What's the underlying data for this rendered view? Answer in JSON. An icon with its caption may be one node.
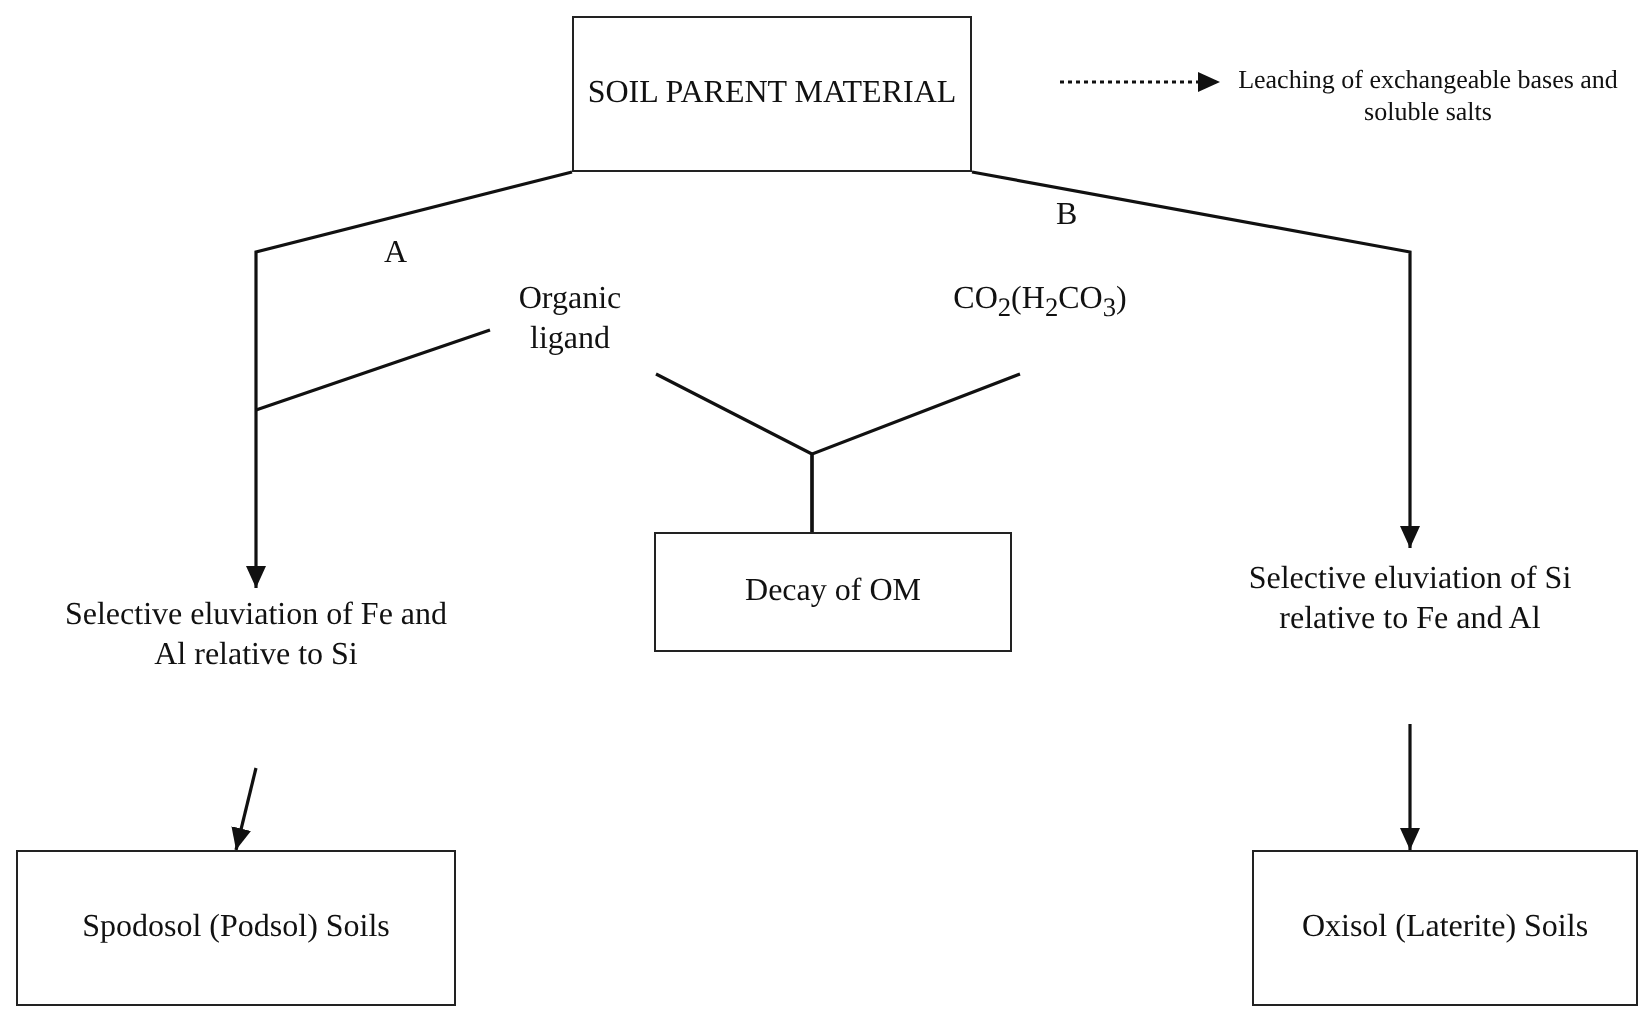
{
  "diagram": {
    "nodes": [
      {
        "text": [
          "SOIL PARENT MATERIAL"
        ]
      },
      {
        "text": [
          "Organic ligand"
        ]
      },
      {
        "text": [
          "CO$_{2}$(H$_{2}$CO$_{3}$)"
        ]
      },
      {
        "text": [
          "Decay of OM"
        ]
      },
      {
        "text": [
          "Selective eluviation of Fe and Al relative to Si"
        ]
      },
      {
        "text": [
          "Spodosol (Podsol) Soils"
        ]
      },
      {
        "text": [
          "Selective eluviation of Si relative to Fe and Al"
        ]
      },
      {
        "text": [
          "Oxisol (Laterite) Soils"
        ]
      },
      {
        "text": [
          "Leaching of exchangeable bases and soluble salts"
        ]
      }
    ],
    "edges": [
      {
        "from": 0,
        "to": 4,
        "arrow": "to",
        "label": "A"
      },
      {
        "from": 0,
        "to": 6,
        "arrow": "to",
        "label": "B"
      },
      {
        "from": 4,
        "to": 5,
        "arrow": "to"
      },
      {
        "from": 6,
        "to": 7,
        "arrow": "to"
      },
      {
        "from": 1,
        "to": null,
        "arrow": "none"
      },
      {
        "from": 1,
        "to": 3,
        "arrow": "none"
      },
      {
        "from": 2,
        "to": 3,
        "arrow": "none"
      },
      {
        "from": null,
        "to": 8,
        "arrow": "to",
        "style": "dashed"
      }
    ]
  }
}
